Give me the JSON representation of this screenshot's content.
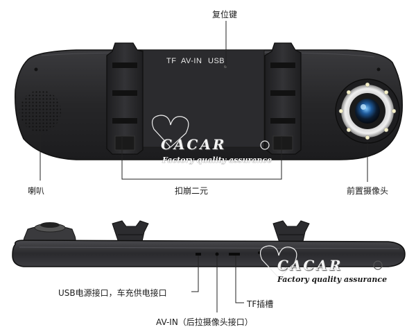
{
  "labels": {
    "reset_key": "复位键",
    "speaker": "喇叭",
    "buckle": "扣崩二元",
    "front_camera": "前置摄像头",
    "usb_power": "USB电源接口，车充供电接口",
    "tf_slot": "TF插槽",
    "av_in": "AV-IN（后拉摄像头接口）"
  },
  "panel": {
    "tf": "TF",
    "av_in": "AV-IN",
    "usb": "USB"
  },
  "watermark": {
    "brand": "CACAR",
    "tagline": "Factory quality assurance"
  },
  "colors": {
    "body": "#2a2a2c",
    "leader": "#222222",
    "led": "#f5f0c8"
  }
}
